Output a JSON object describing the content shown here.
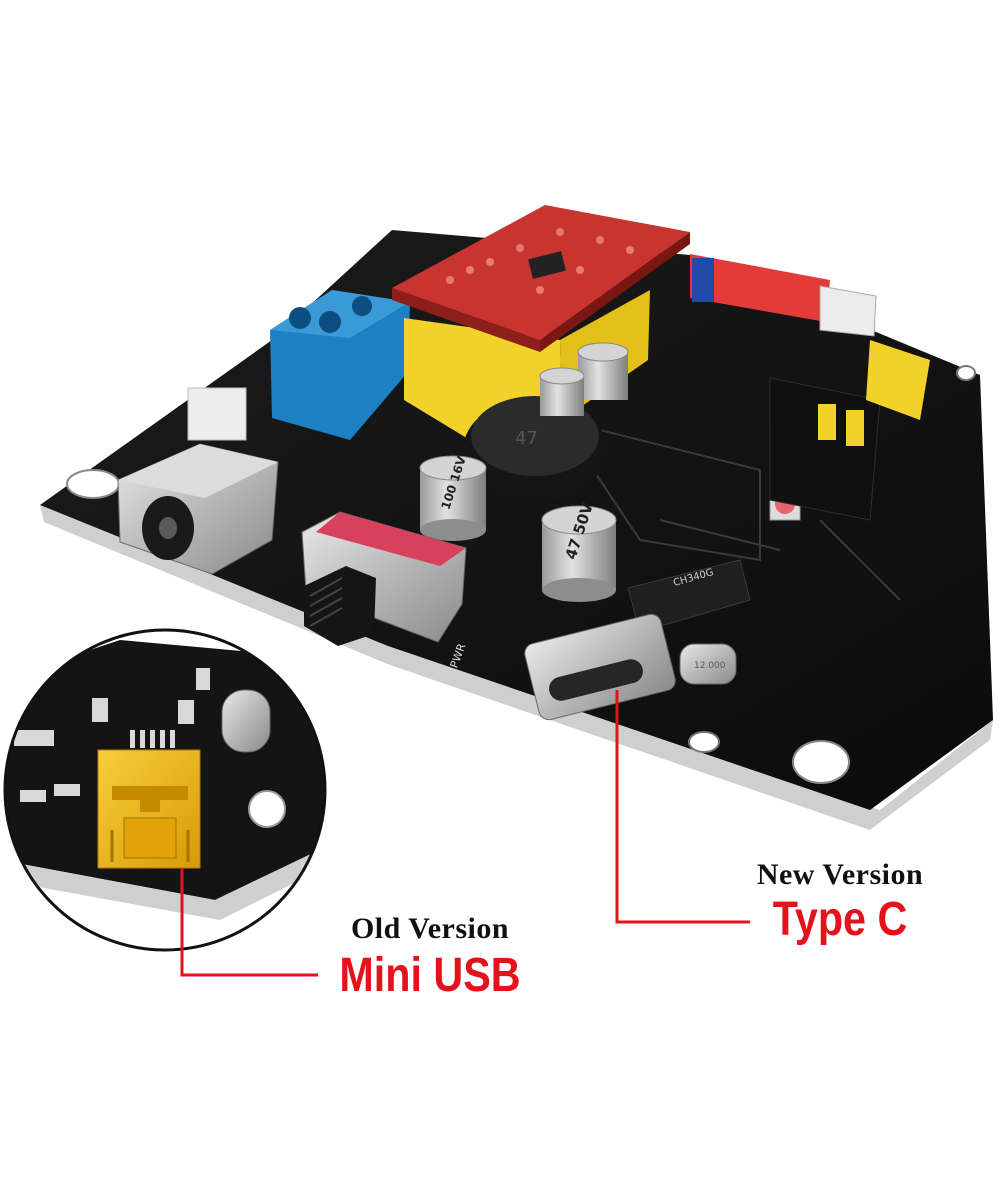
{
  "labels": {
    "new": {
      "title": "New Version",
      "connector": "Type C"
    },
    "old": {
      "title": "Old Version",
      "connector": "Mini USB"
    }
  },
  "board_markings": {
    "capacitor_large": "47 50V",
    "capacitor_small": "100 16V",
    "inductor": "47",
    "usb_chip": "CH340G",
    "switch_label": "PWR",
    "crystal": "12.000"
  },
  "colors": {
    "callout_line": "#e3121b",
    "label_red": "#e3121b",
    "label_dark": "#111111",
    "board": "#121212",
    "terminal_block": "#1d7fc4",
    "stepper_driver": "#c8342f",
    "jumper_yellow": "#f2d22a",
    "mini_usb_gold": "#f0b90f"
  },
  "icons": [
    "cnc-controller-board",
    "usb-type-c-port",
    "mini-usb-port",
    "magnifier-circle"
  ]
}
